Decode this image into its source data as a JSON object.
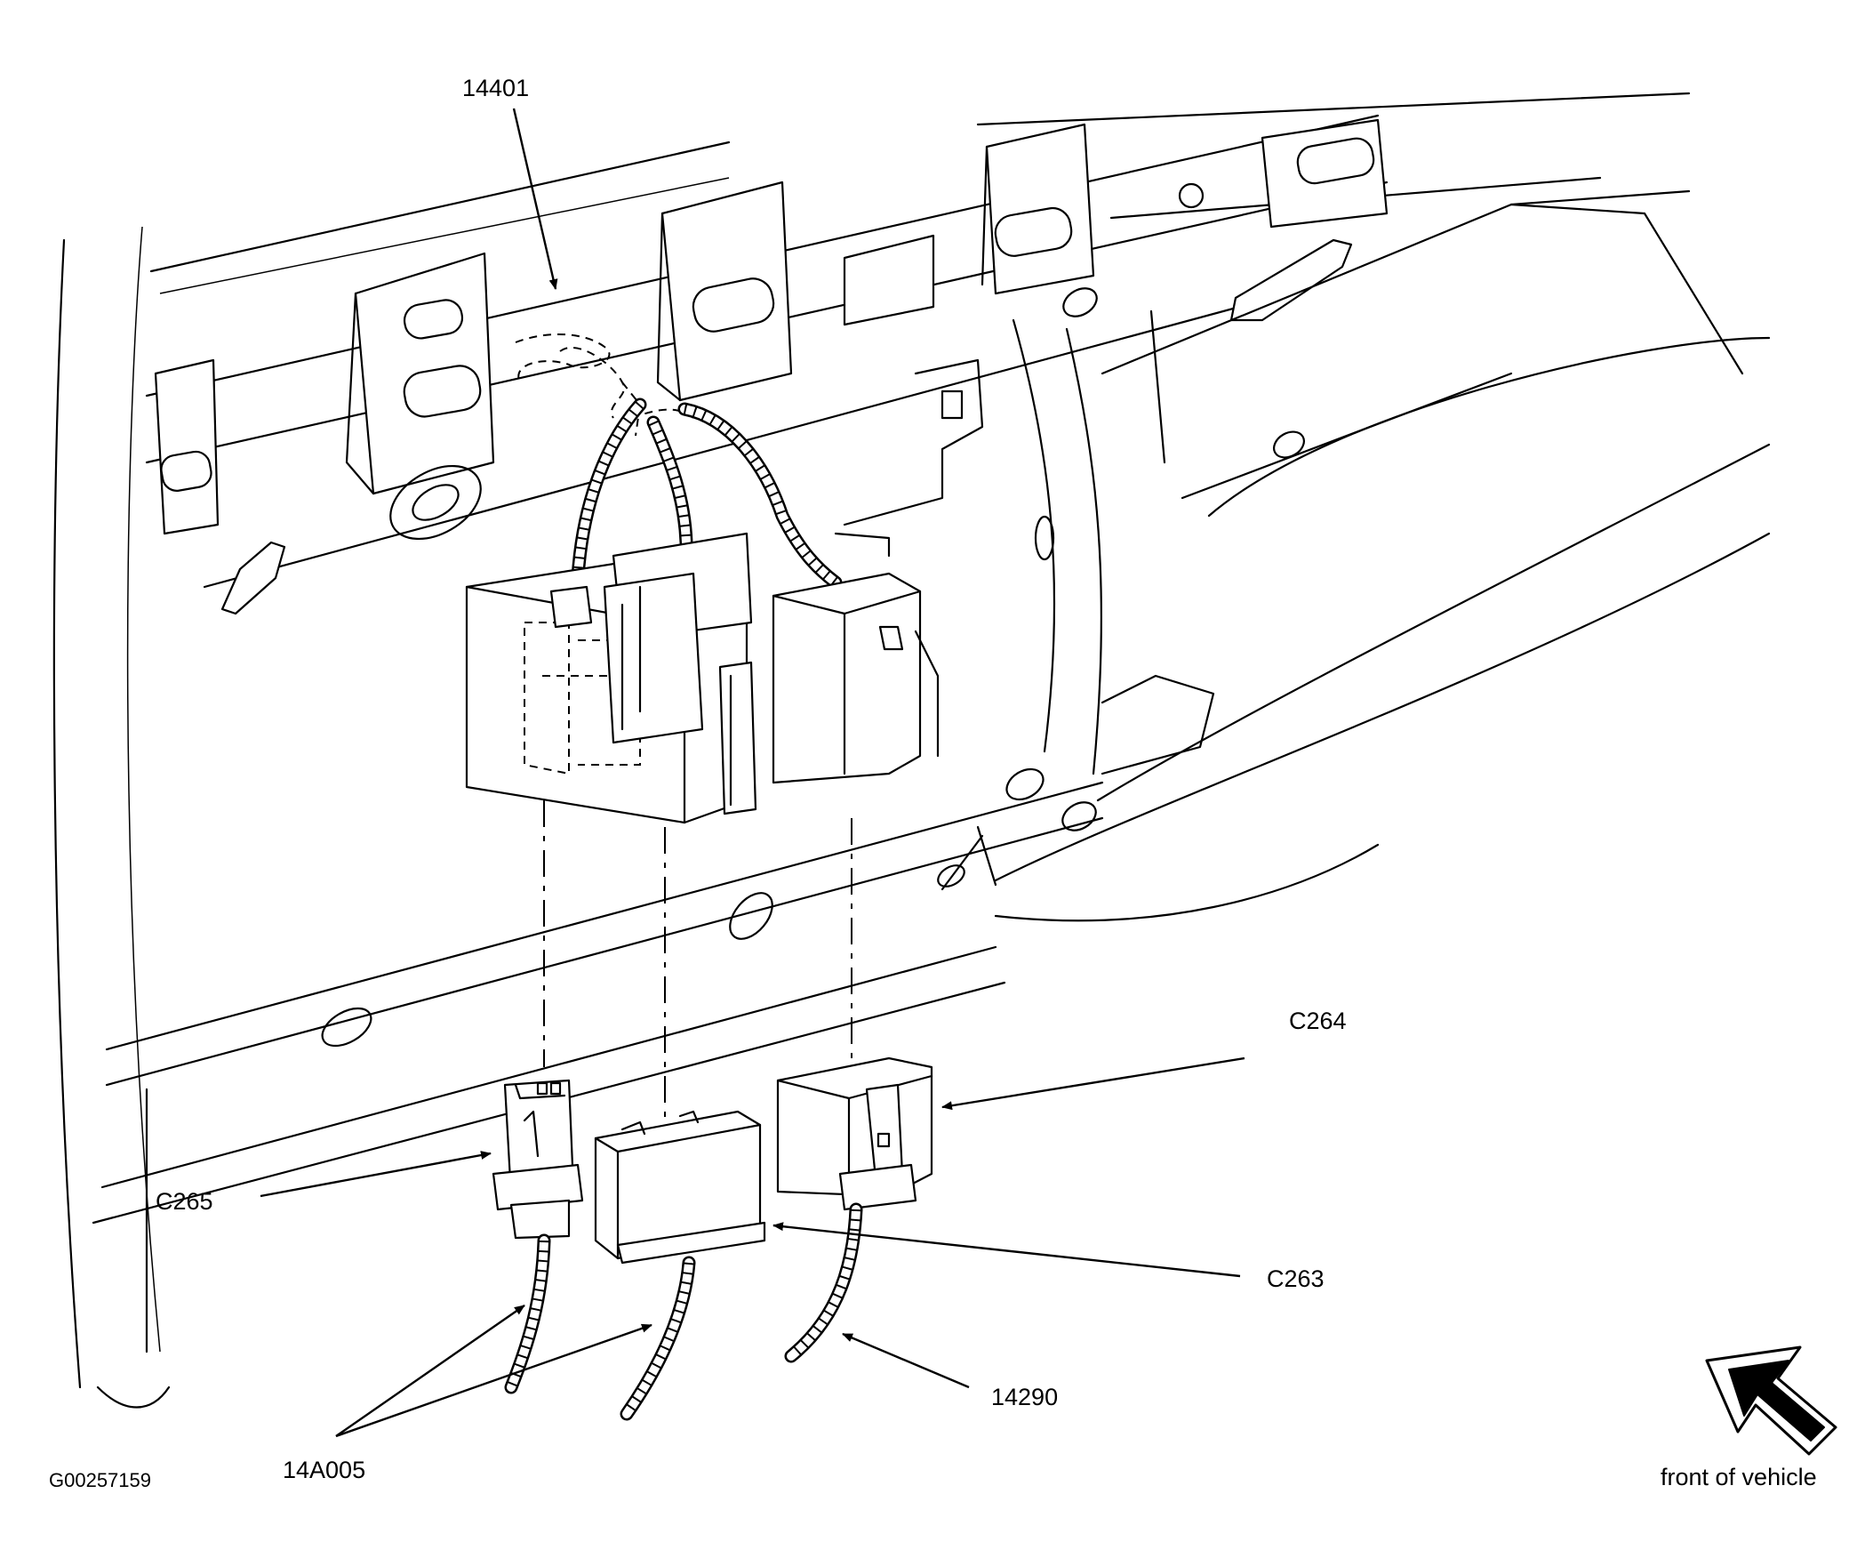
{
  "labels": {
    "module": "14401",
    "c264": "C264",
    "c265": "C265",
    "c263": "C263",
    "harness_14290": "14290",
    "harness_14a005": "14A005",
    "figure_id": "G00257159",
    "orientation_note": "front of vehicle"
  }
}
